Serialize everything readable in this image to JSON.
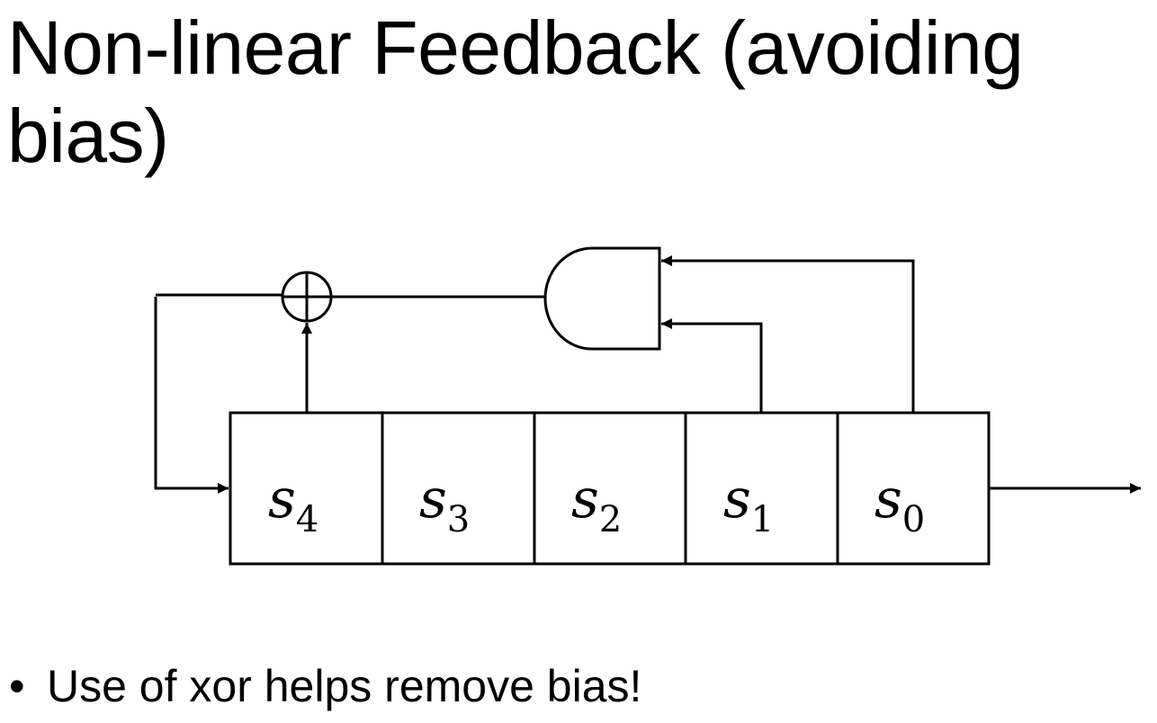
{
  "slide": {
    "title": "Non-linear Feedback (avoiding bias)"
  },
  "diagram": {
    "register_cells": [
      {
        "symbol": "s",
        "subscript": "4"
      },
      {
        "symbol": "s",
        "subscript": "3"
      },
      {
        "symbol": "s",
        "subscript": "2"
      },
      {
        "symbol": "s",
        "subscript": "1"
      },
      {
        "symbol": "s",
        "subscript": "0"
      }
    ],
    "xor_symbol": "xor-gate",
    "and_symbol": "and-gate"
  },
  "bullets": [
    {
      "marker": "•",
      "text": "Use of xor helps remove bias!"
    }
  ],
  "colors": {
    "stroke": "#000000",
    "background": "#ffffff"
  }
}
